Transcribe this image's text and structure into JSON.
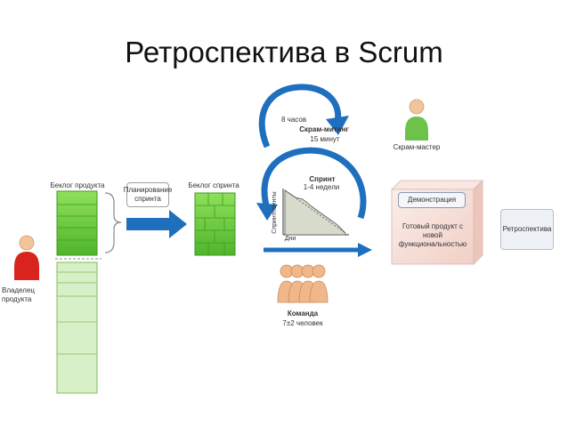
{
  "title": "Ретроспектива в Scrum",
  "labels": {
    "product_backlog": "Беклог продукта",
    "product_owner": "Владелец продукта",
    "sprint_planning": "Планирование спринта",
    "sprint_backlog": "Беклог спринта",
    "hours": "8 часов",
    "scrum_meeting": "Скрам-митинг",
    "minutes": "15 минут",
    "sprint": "Спринт",
    "weeks": "1-4 недели",
    "sprint_points": "Спринтпоинты",
    "days": "Дни",
    "team": "Команда",
    "team_size": "7±2 человек",
    "scrum_master": "Скрам-мастер",
    "demo": "Демонстрация",
    "ready_product": "Готовый продукт с новой функциональностью",
    "retro": "Ретроспектива"
  },
  "colors": {
    "green": "#6fcf3b",
    "green_dark": "#3e9a22",
    "blue": "#1f6fbf",
    "red": "#d9231d",
    "skin": "#f2c49b",
    "team": "#f0b88a",
    "pink_box": "#f6dcd6"
  }
}
